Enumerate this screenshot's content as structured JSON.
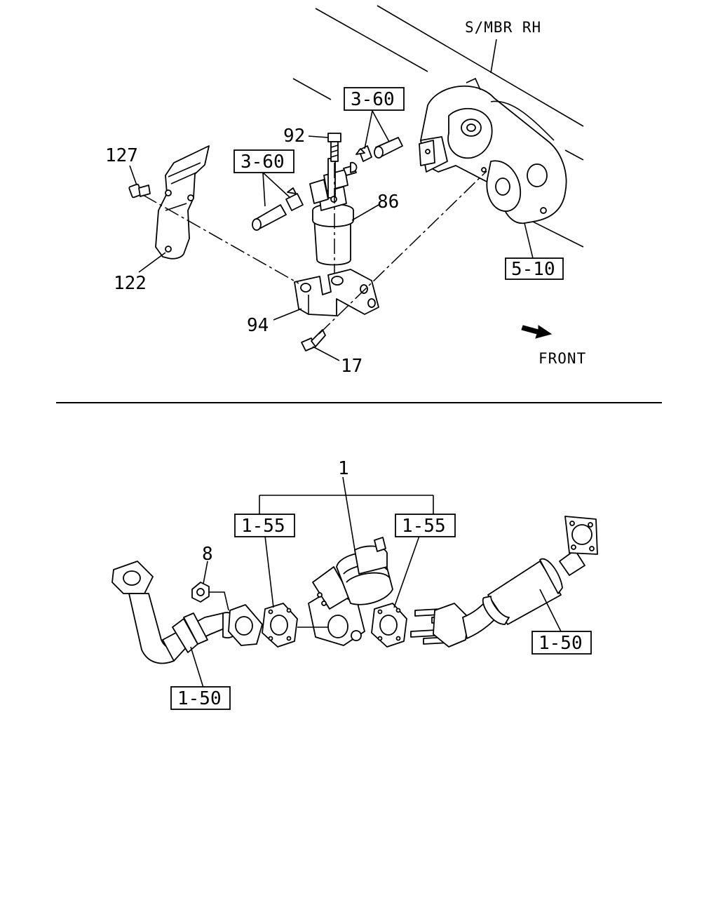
{
  "upper": {
    "header_label": "S/MBR RH",
    "front_label": "FRONT",
    "callouts": {
      "c127": "127",
      "c122": "122",
      "c92": "92",
      "c86": "86",
      "c94": "94",
      "c17": "17"
    },
    "ref_boxes": {
      "r360_top": "3-60",
      "r360_left": "3-60",
      "r510": "5-10"
    }
  },
  "lower": {
    "callouts": {
      "c1": "1",
      "c8": "8"
    },
    "ref_boxes": {
      "r155_left": "1-55",
      "r155_right": "1-55",
      "r150_left": "1-50",
      "r150_right": "1-50"
    }
  }
}
